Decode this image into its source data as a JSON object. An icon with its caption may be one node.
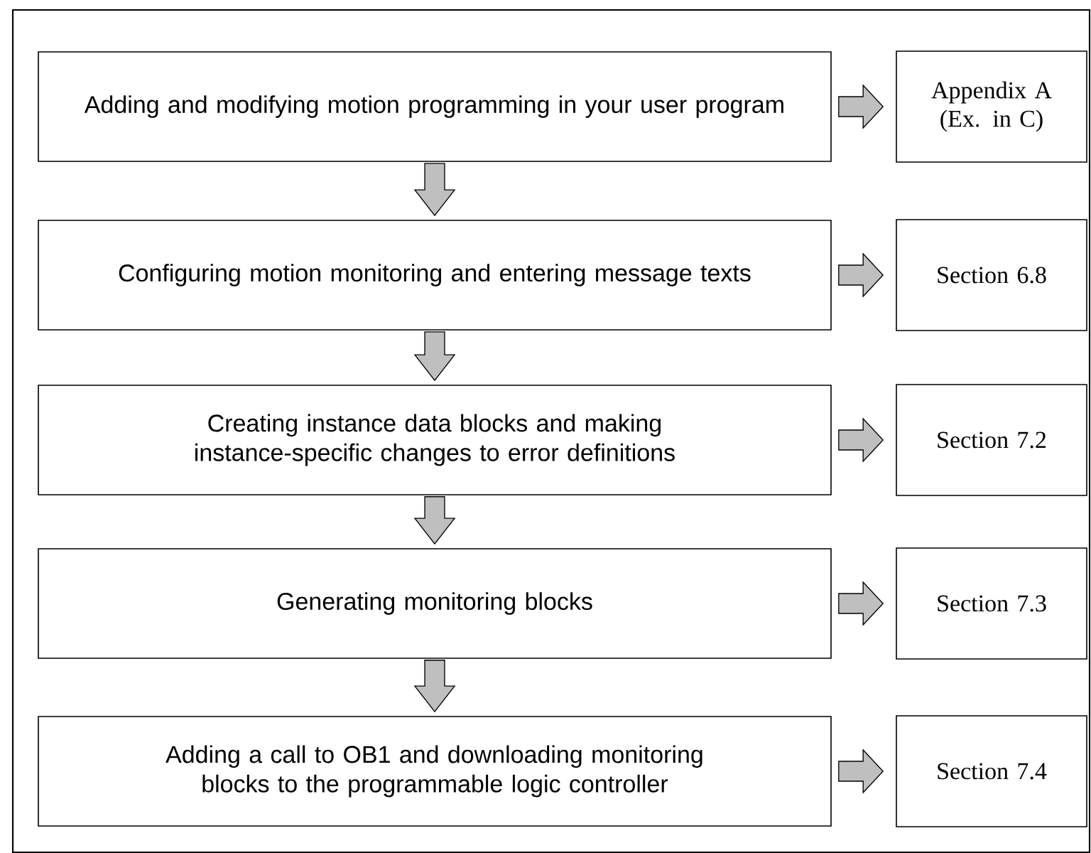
{
  "diagram": {
    "nodes": [
      {
        "text": [
          "Adding and modifying motion programming in your user program"
        ]
      },
      {
        "text": [
          "Appendix A (Ex. in C)"
        ]
      },
      {
        "text": [
          "Configuring motion monitoring and entering message texts"
        ]
      },
      {
        "text": [
          "Section 6.8"
        ]
      },
      {
        "text": [
          "Creating instance data blocks and making instance-specific changes to error definitions"
        ]
      },
      {
        "text": [
          "Section 7.2"
        ]
      },
      {
        "text": [
          "Generating monitoring blocks"
        ]
      },
      {
        "text": [
          "Section 7.3"
        ]
      },
      {
        "text": [
          "Adding a call to OB1 and downloading monitoring blocks to the programmable logic controller"
        ]
      },
      {
        "text": [
          "Section 7.4"
        ]
      }
    ],
    "edges": [
      {
        "from": 0,
        "to": 1,
        "arrow": "to"
      },
      {
        "from": 0,
        "to": 2,
        "arrow": "to"
      },
      {
        "from": 2,
        "to": 3,
        "arrow": "to"
      },
      {
        "from": 2,
        "to": 4,
        "arrow": "to"
      },
      {
        "from": 4,
        "to": 5,
        "arrow": "to"
      },
      {
        "from": 4,
        "to": 6,
        "arrow": "to"
      },
      {
        "from": 6,
        "to": 7,
        "arrow": "to"
      },
      {
        "from": 6,
        "to": 8,
        "arrow": "to"
      },
      {
        "from": 8,
        "to": 9,
        "arrow": "to"
      }
    ]
  }
}
